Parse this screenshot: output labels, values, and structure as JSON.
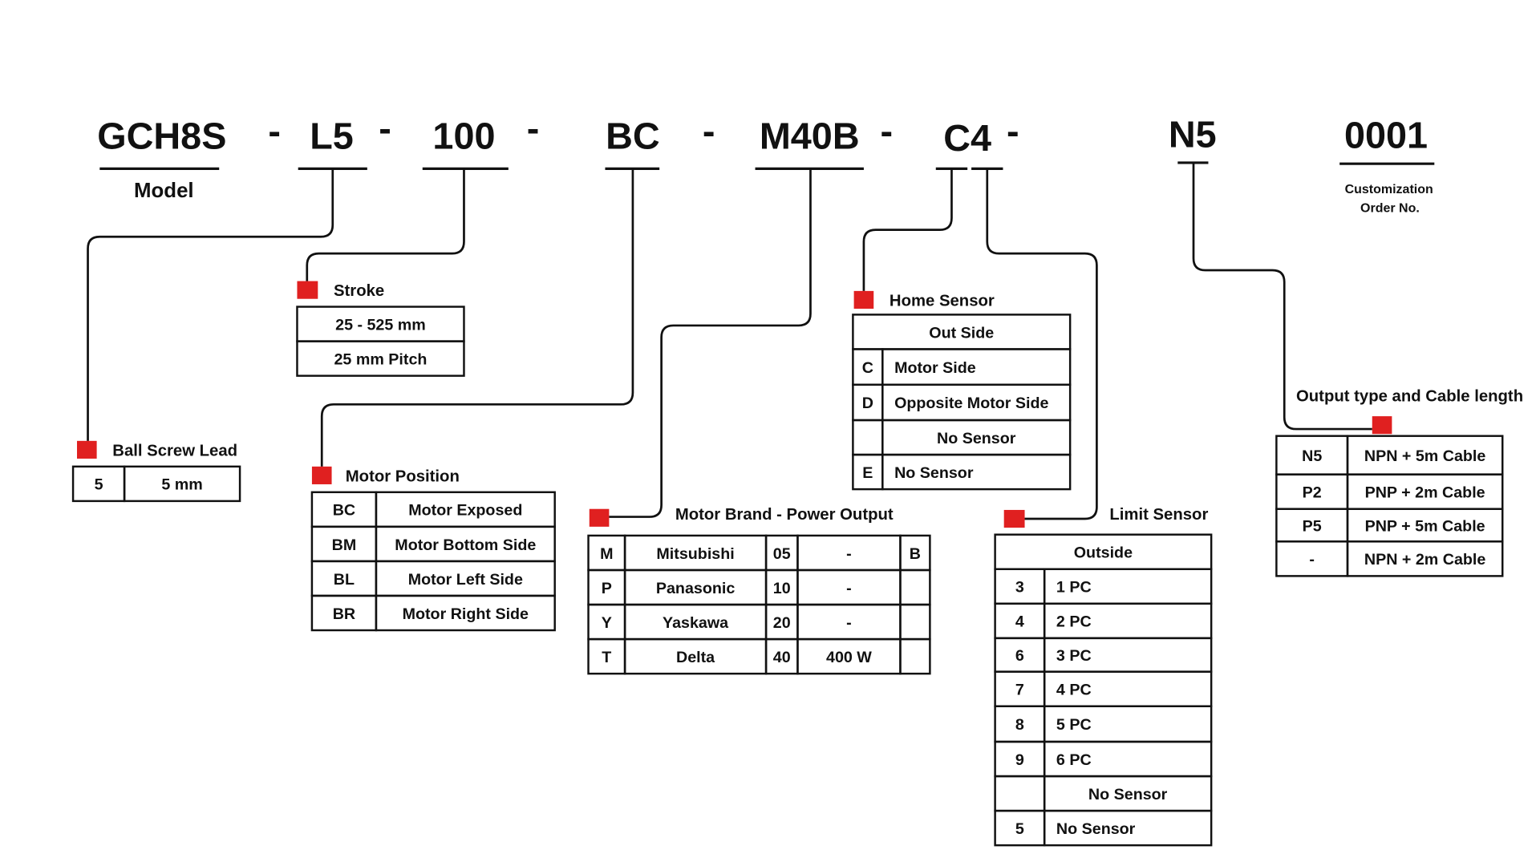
{
  "accent_color": "#e02020",
  "part_number": {
    "segments": [
      "GCH8S",
      "L5",
      "100",
      "BC",
      "M40B",
      "C4",
      "N5",
      "0001"
    ],
    "separator": "-"
  },
  "model_label": "Model",
  "customization_label": [
    "Customization",
    "Order No."
  ],
  "sections": {
    "ball_screw_lead": {
      "title": "Ball Screw Lead",
      "rows": [
        [
          "5",
          "5 mm"
        ]
      ]
    },
    "stroke": {
      "title": "Stroke",
      "rows": [
        [
          "25 - 525 mm"
        ],
        [
          "25 mm Pitch"
        ]
      ]
    },
    "motor_position": {
      "title": "Motor Position",
      "rows": [
        [
          "BC",
          "Motor Exposed"
        ],
        [
          "BM",
          "Motor Bottom Side"
        ],
        [
          "BL",
          "Motor Left Side"
        ],
        [
          "BR",
          "Motor Right Side"
        ]
      ]
    },
    "motor_brand": {
      "title": "Motor Brand - Power Output",
      "rows": [
        [
          "M",
          "Mitsubishi",
          "05",
          "-",
          "B"
        ],
        [
          "P",
          "Panasonic",
          "10",
          "-",
          ""
        ],
        [
          "Y",
          "Yaskawa",
          "20",
          "-",
          ""
        ],
        [
          "T",
          "Delta",
          "40",
          "400 W",
          ""
        ]
      ]
    },
    "home_sensor": {
      "title": "Home Sensor",
      "header": "Out Side",
      "rows": [
        [
          "C",
          "Motor Side"
        ],
        [
          "D",
          "Opposite Motor Side"
        ],
        [
          "",
          "No Sensor"
        ],
        [
          "E",
          "No Sensor"
        ]
      ]
    },
    "limit_sensor": {
      "title": "Limit Sensor",
      "header": "Outside",
      "rows": [
        [
          "3",
          "1 PC"
        ],
        [
          "4",
          "2 PC"
        ],
        [
          "6",
          "3 PC"
        ],
        [
          "7",
          "4 PC"
        ],
        [
          "8",
          "5 PC"
        ],
        [
          "9",
          "6 PC"
        ],
        [
          "",
          "No Sensor"
        ],
        [
          "5",
          "No Sensor"
        ]
      ]
    },
    "output_type": {
      "title": "Output type and Cable length",
      "rows": [
        [
          "N5",
          "NPN + 5m Cable"
        ],
        [
          "P2",
          "PNP + 2m Cable"
        ],
        [
          "P5",
          "PNP + 5m Cable"
        ],
        [
          "-",
          "NPN + 2m Cable"
        ]
      ]
    }
  }
}
